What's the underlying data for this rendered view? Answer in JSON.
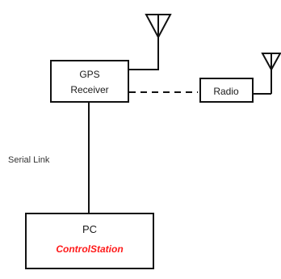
{
  "gps": {
    "line1": "GPS",
    "line2": "Receiver"
  },
  "radio": {
    "label": "Radio"
  },
  "pc": {
    "title": "PC",
    "subtitle": "ControlStation",
    "subtitle_color": "#ff1a1a"
  },
  "links": {
    "serial": "Serial Link"
  },
  "icons": [
    "antenna-icon",
    "antenna-icon"
  ],
  "colors": {
    "stroke": "#111111",
    "text": "#1a1a1a"
  }
}
